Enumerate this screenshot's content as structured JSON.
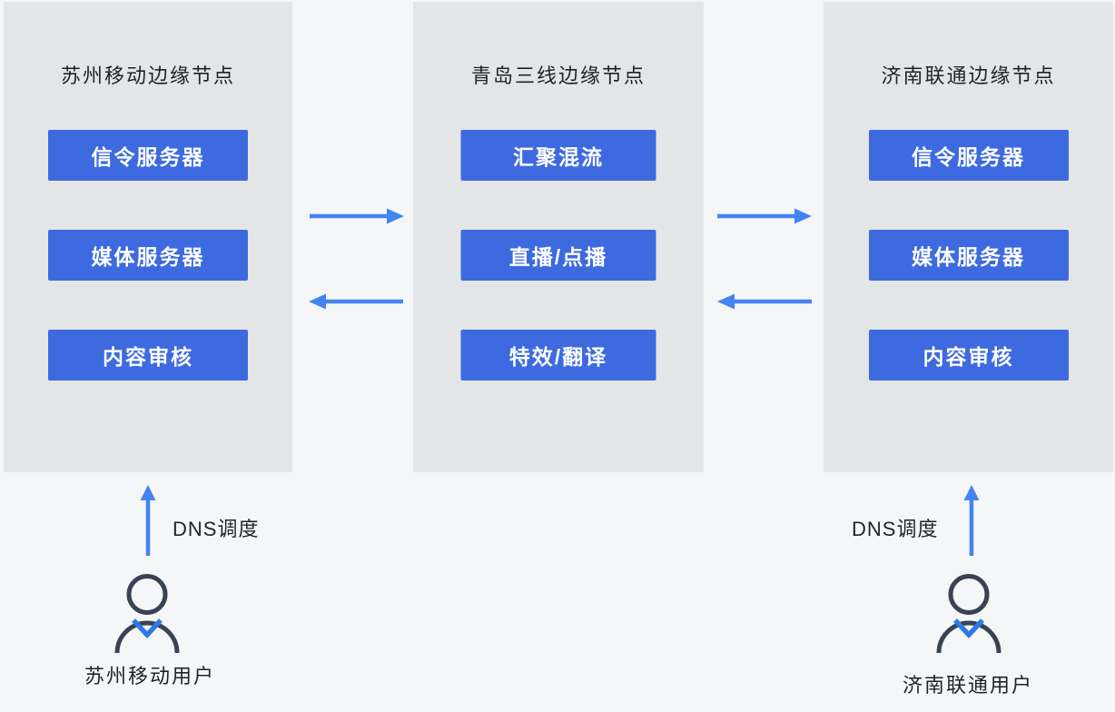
{
  "diagram": {
    "panels": [
      {
        "title": "苏州移动边缘节点",
        "boxes": [
          "信令服务器",
          "媒体服务器",
          "内容审核"
        ]
      },
      {
        "title": "青岛三线边缘节点",
        "boxes": [
          "汇聚混流",
          "直播/点播",
          "特效/翻译"
        ]
      },
      {
        "title": "济南联通边缘节点",
        "boxes": [
          "信令服务器",
          "媒体服务器",
          "内容审核"
        ]
      }
    ],
    "users": [
      {
        "dns_label": "DNS调度",
        "label": "苏州移动用户"
      },
      {
        "dns_label": "DNS调度",
        "label": "济南联通用户"
      }
    ],
    "icons": {
      "user": "user-icon",
      "arrow_right": "arrow-right-icon",
      "arrow_left": "arrow-left-icon",
      "arrow_up": "arrow-up-icon"
    },
    "colors": {
      "page_bg": "#F5F6F7",
      "panel_bg": "#E4E5E7",
      "node_blue": "#3E6AE0",
      "arrow_blue": "#4483F2",
      "person_stroke": "#3A4254",
      "collar_blue": "#2E79E8",
      "text": "#1F2329"
    }
  }
}
